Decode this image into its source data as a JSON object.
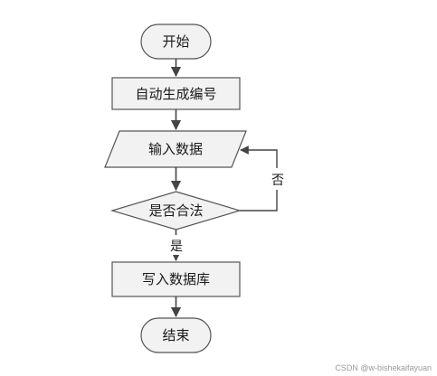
{
  "flowchart": {
    "start": "开始",
    "generate_id": "自动生成编号",
    "input_data": "输入数据",
    "decision": "是否合法",
    "yes_label": "是",
    "no_label": "否",
    "write_data": "写入数据库",
    "end": "结束"
  },
  "watermark": "CSDN @w-bishekaifayuan",
  "colors": {
    "node_fill": "#f2f2f2",
    "stroke": "#555555",
    "arrow": "#444444",
    "background": "#ffffff"
  }
}
